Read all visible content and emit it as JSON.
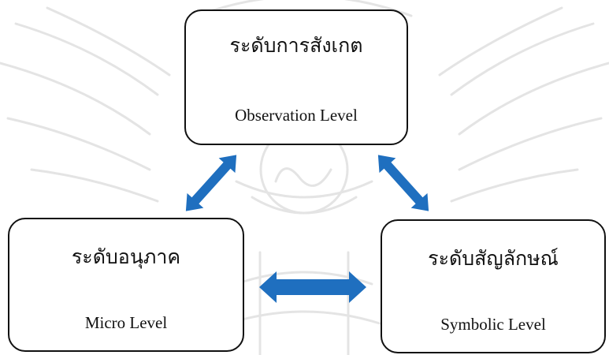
{
  "diagram": {
    "nodes": {
      "observation": {
        "thai": "ระดับการสังเกต",
        "english": "Observation Level"
      },
      "micro": {
        "thai": "ระดับอนุภาค",
        "english": "Micro Level"
      },
      "symbolic": {
        "thai": "ระดับสัญลักษณ์",
        "english": "Symbolic Level"
      }
    },
    "connections": [
      {
        "from": "observation",
        "to": "micro",
        "direction": "both"
      },
      {
        "from": "observation",
        "to": "symbolic",
        "direction": "both"
      },
      {
        "from": "micro",
        "to": "symbolic",
        "direction": "both"
      }
    ],
    "colors": {
      "arrow": "#1f6fbf",
      "node_border": "#111111",
      "watermark": "#e6e6e6"
    }
  }
}
